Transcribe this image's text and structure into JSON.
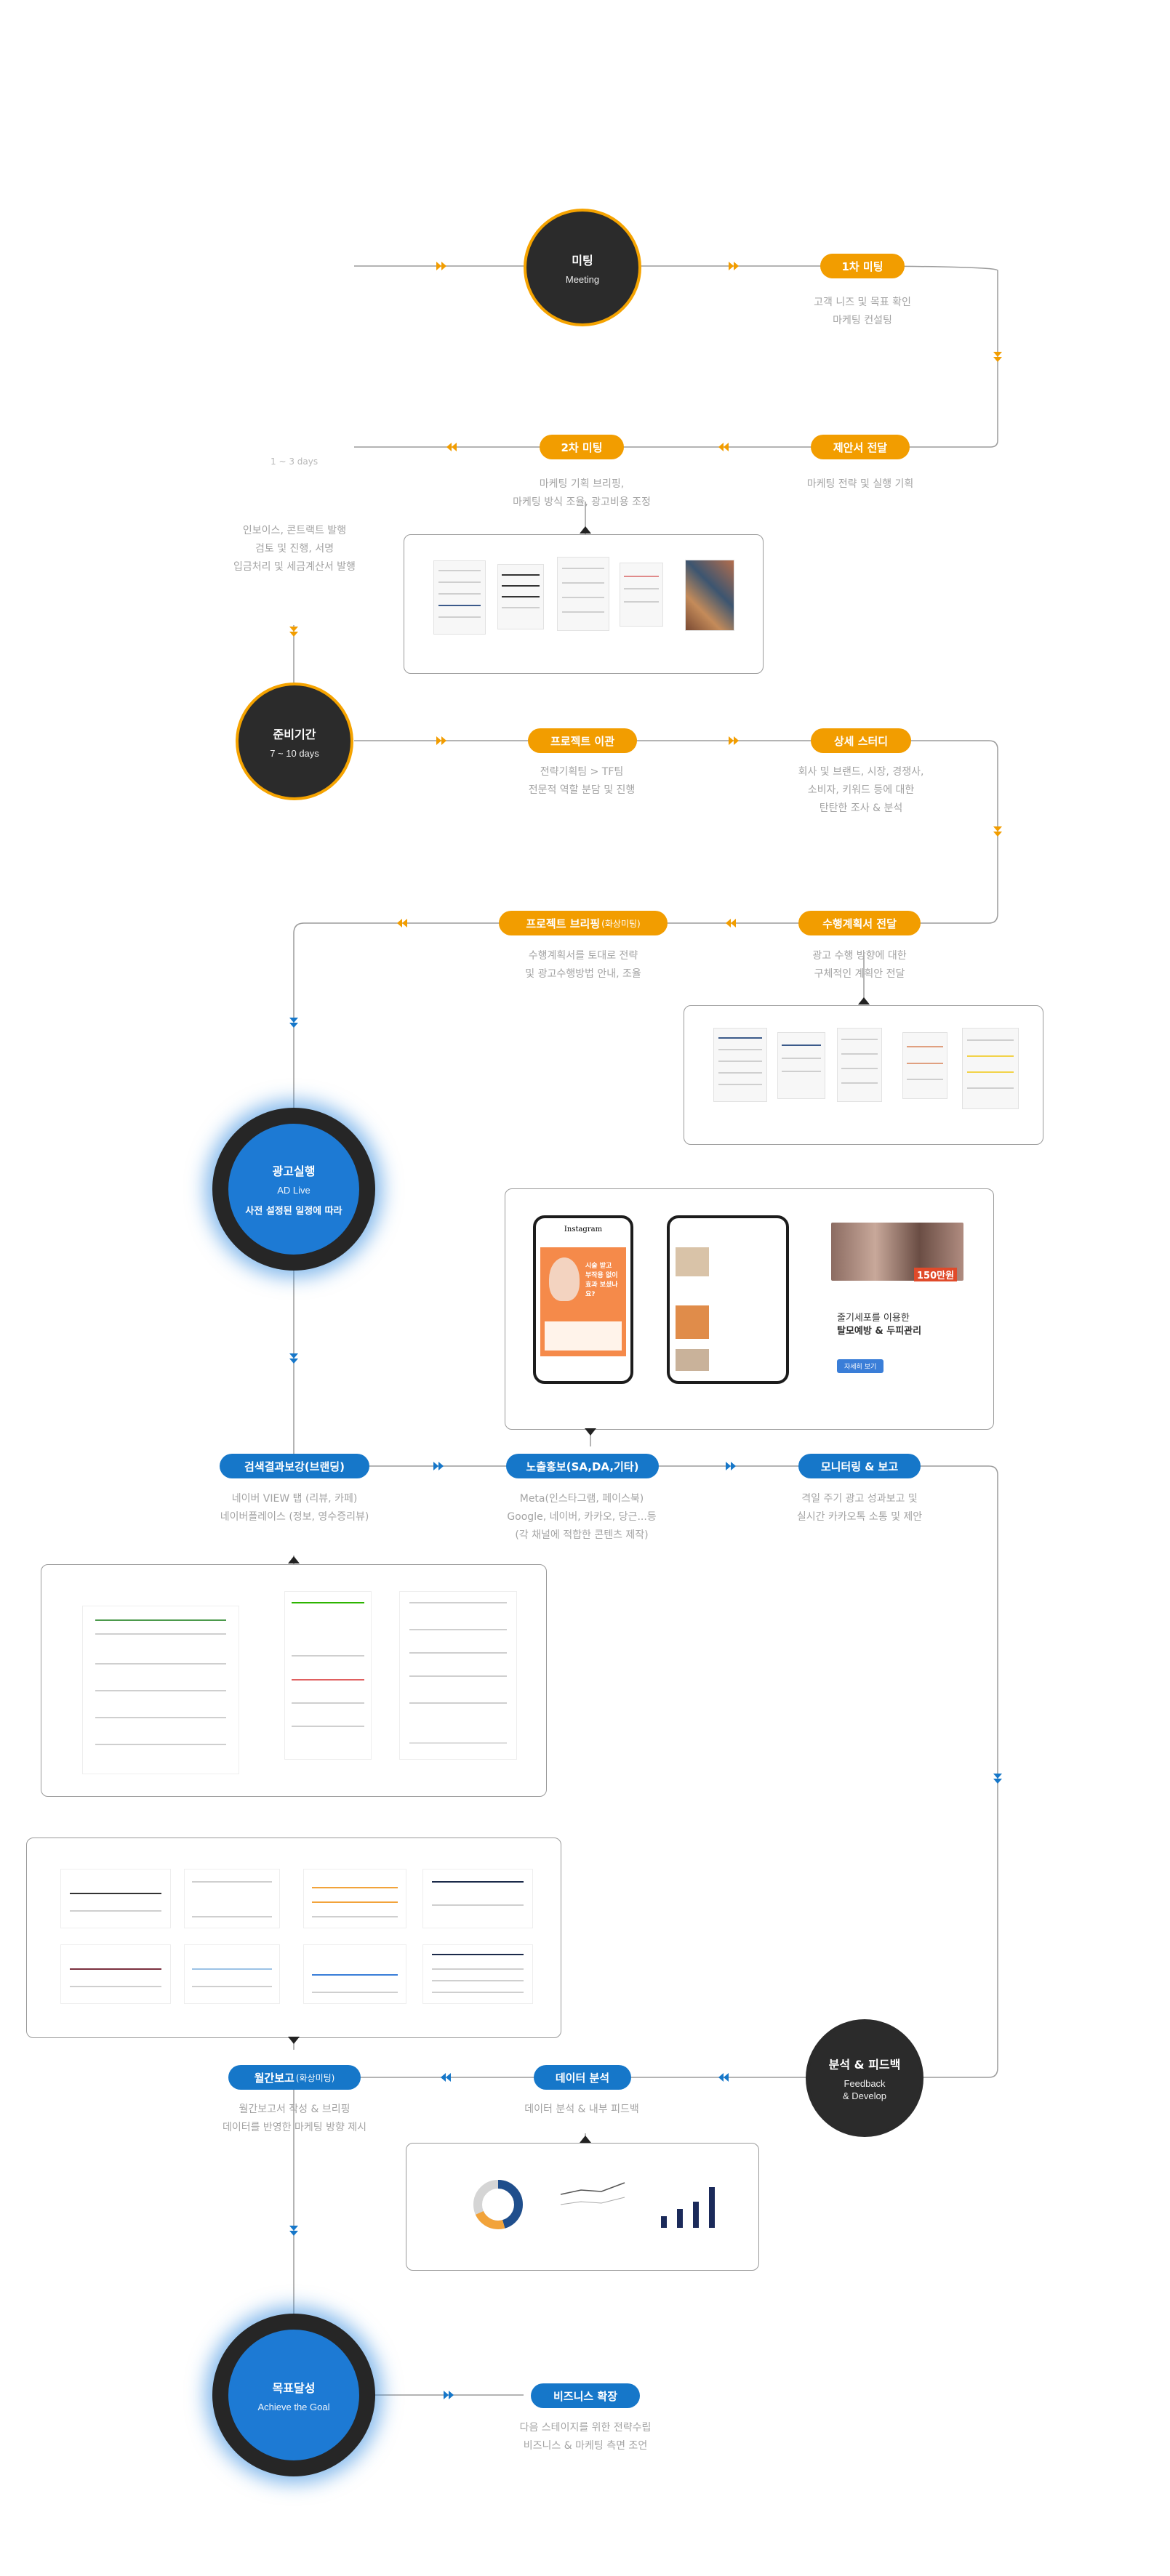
{
  "circles": {
    "meeting": {
      "title": "미팅",
      "sub": "Meeting"
    },
    "prep": {
      "title": "준비기간",
      "sub": "7 ~ 10 days"
    },
    "live": {
      "title": "광고실행",
      "sub": "AD Live",
      "note": "사전 설정된 일정에 따라"
    },
    "feedback": {
      "title": "분석 & 피드백",
      "sub": "Feedback",
      "sub2": "& Develop"
    },
    "goal": {
      "title": "목표달성",
      "sub": "Achieve the Goal"
    }
  },
  "pills": {
    "first_meeting": "1차 미팅",
    "proposal": "제안서 전달",
    "second_meeting": "2차 미팅",
    "transfer": "프로젝트 이관",
    "study": "상세 스터디",
    "plan": "수행계획서 전달",
    "briefing": "프로젝트 브리핑",
    "briefing_note": "(화상미팅)",
    "search": "검색결과보강(브랜딩)",
    "exposure": "노출홍보(SA,DA,기타)",
    "monitoring": "모니터링 & 보고",
    "monthly": "월간보고",
    "monthly_note": "(화상미팅)",
    "analysis": "데이터 분석",
    "expansion": "비즈니스 확장"
  },
  "desc": {
    "first_meeting": "고객 니즈 및 목표 확인\n마케팅 컨설팅",
    "proposal": "마케팅 전략 및 실행 기획",
    "second_meeting": "마케팅 기획 브리핑,\n마케팅 방식 조율, 광고비용 조정",
    "contract": "인보이스, 콘트랙트 발행\n검토 및 진행, 서명\n입금처리 및 세금계산서 발행",
    "transfer": "전략기획팀 > TF팀\n전문적 역할 분담 및 진행",
    "study": "회사 및 브랜드, 시장, 경쟁사,\n소비자, 키워드 등에 대한\n탄탄한 조사 & 분석",
    "briefing": "수행계획서를 토대로 전략\n및 광고수행방법 안내, 조율",
    "plan": "광고 수행 방향에 대한\n구체적인 계획안 전달",
    "search": "네이버 VIEW 탭 (리뷰, 카페)\n네이버플레이스 (정보, 영수증리뷰)",
    "exposure": "Meta(인스타그램, 페이스북)\nGoogle, 네이버, 카카오, 당근...등\n(각 채널에 적합한 콘텐츠 제작)",
    "monitoring": "격일 주기 광고 성과보고 및\n실시간 카카오톡 소통 및 제안",
    "monthly": "월간보고서 작성 & 브리핑\n데이터를 반영한 마케팅 방향 제시",
    "analysis": "데이터 분석 & 내부 피드백",
    "expansion": "다음 스테이지를 위한 전략수립\n비즈니스 & 마케팅 측면 조언"
  },
  "days_label": "1 ~ 3 days",
  "ad_preview": {
    "app_name": "Instagram",
    "ad_headline": "시술 받고\n부작용 없이\n효과 보셨나요?",
    "price_tag": "150만원",
    "ad_title": "줄기세포를 이용한",
    "ad_title2": "탈모예방 & 두피관리",
    "ad_button": "자세히 보기"
  },
  "colors": {
    "orange": "#f29d00",
    "blue": "#1677c9",
    "dark": "#2b2b2b",
    "line": "#9c9c9c"
  }
}
